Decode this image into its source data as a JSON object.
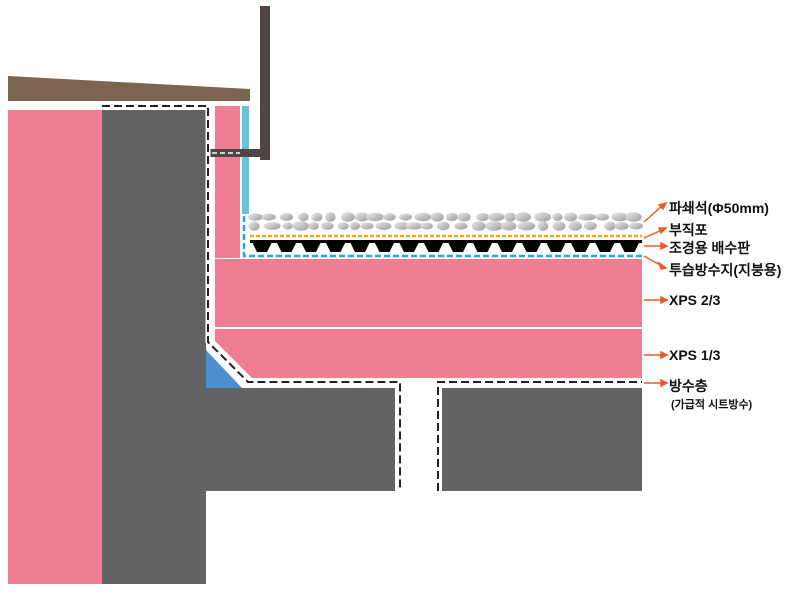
{
  "labels": {
    "gravel": "파쇄석(Φ50mm)",
    "nonwoven": "부직포",
    "drainage_board": "조경용 배수판",
    "membrane": "투습방수지(지붕용)",
    "xps_upper": "XPS 2/3",
    "xps_lower": "XPS 1/3",
    "waterproof": "방수층",
    "waterproof_note": "(가급적 시트방수)"
  },
  "colors": {
    "concrete": "#636363",
    "insulation": "#ef7d93",
    "cap": "#7b6551",
    "post": "#4f4644",
    "cyan": "#68c4d4",
    "arrow": "#ef5a28",
    "orange_dots": "#f5a623",
    "blue_dash": "#2aa3e0",
    "corner_fill": "#4a8fd4"
  }
}
